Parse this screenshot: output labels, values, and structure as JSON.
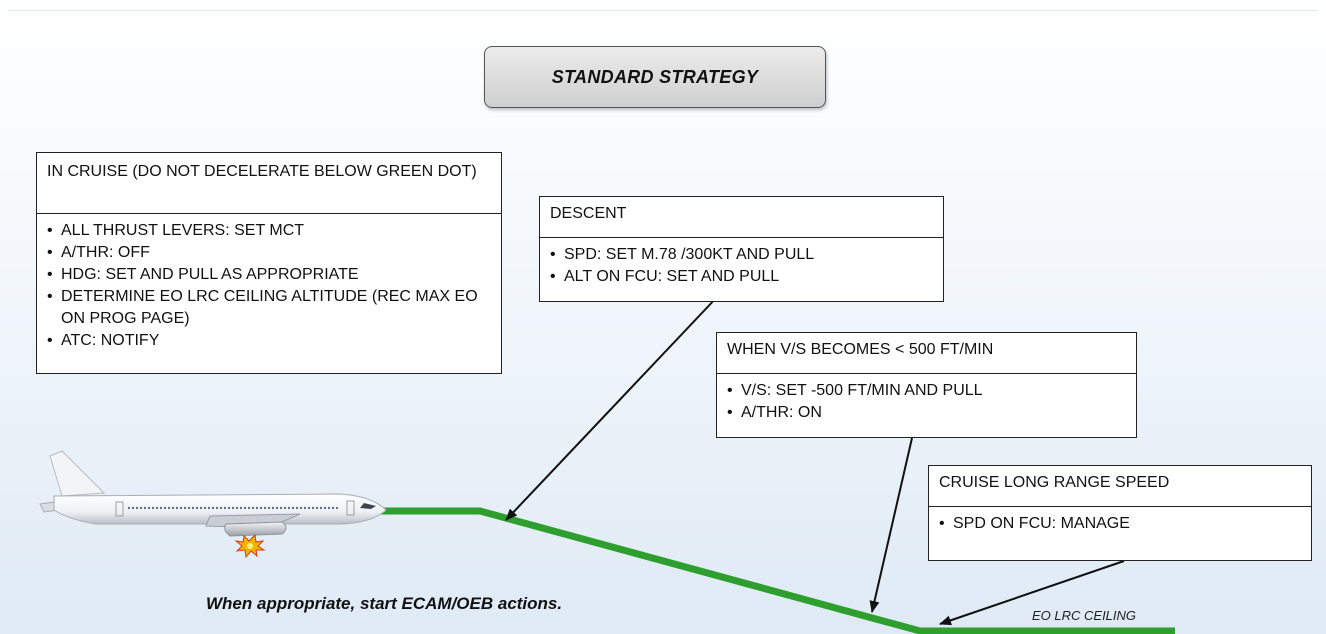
{
  "title": "STANDARD STRATEGY",
  "boxes": {
    "cruise": {
      "heading": "IN CRUISE (DO NOT DECELERATE BELOW GREEN DOT)",
      "items": [
        "ALL THRUST LEVERS: SET MCT",
        "A/THR: OFF",
        "HDG: SET AND PULL AS APPROPRIATE",
        "DETERMINE EO LRC CEILING ALTITUDE (REC MAX EO ON PROG PAGE)",
        "ATC: NOTIFY"
      ]
    },
    "descent": {
      "heading": "DESCENT",
      "items": [
        "SPD: SET M.78 /300KT AND PULL",
        "ALT ON FCU: SET AND PULL"
      ]
    },
    "vs": {
      "heading": "WHEN V/S BECOMES < 500 FT/MIN",
      "items": [
        "V/S: SET -500 FT/MIN AND PULL",
        "A/THR: ON"
      ]
    },
    "lrs": {
      "heading": "CRUISE LONG RANGE SPEED",
      "items": [
        "SPD ON FCU: MANAGE"
      ]
    }
  },
  "note": "When appropriate, start ECAM/OEB actions.",
  "ceiling_label": "EO LRC CEILING",
  "colors": {
    "flight_path": "#2e9e2e",
    "engine_fire": "#f5b400",
    "box_border": "#222222"
  },
  "icons": {
    "aircraft": "airliner-icon",
    "engine_failure": "engine-fire-icon"
  }
}
